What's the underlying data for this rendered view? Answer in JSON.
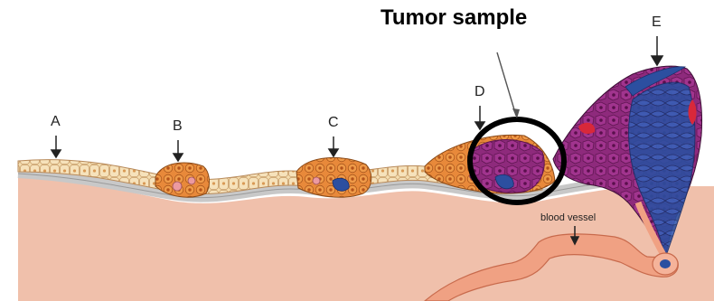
{
  "title": "Tumor sample",
  "stages": [
    {
      "key": "A",
      "label": "A"
    },
    {
      "key": "B",
      "label": "B"
    },
    {
      "key": "C",
      "label": "C"
    },
    {
      "key": "D",
      "label": "D"
    },
    {
      "key": "E",
      "label": "E"
    }
  ],
  "annotations": {
    "blood_vessel": "blood vessel"
  },
  "colors": {
    "tissue": "#f0c0ab",
    "membrane": "#c8c8c8",
    "normal_cell": "#f4ddb0",
    "dysplastic_cell": "#e8893a",
    "pink_cell": "#ec9aa0",
    "tumor_purple": "#8e2a7c",
    "invasive_blue": "#2c4fa0",
    "vessel": "#f0a183",
    "circle": "#000000"
  }
}
